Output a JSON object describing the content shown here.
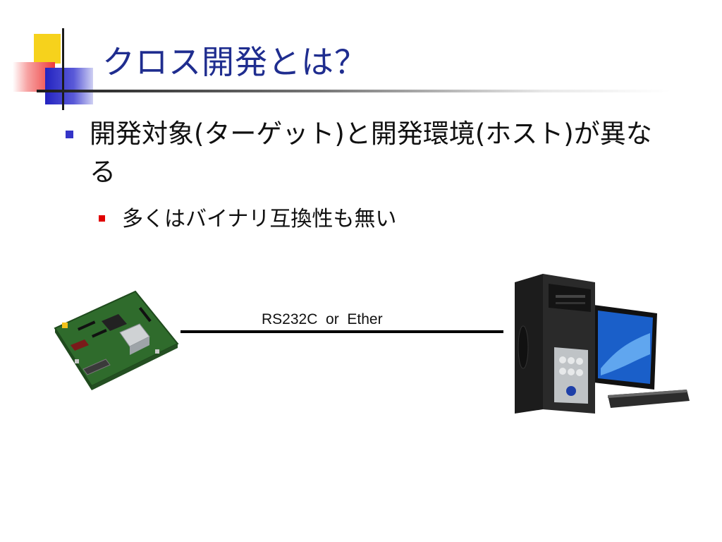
{
  "slide": {
    "title": "クロス開発とは？",
    "bullet_1": "開発対象(ターゲット)と開発環境(ホスト)が異なる",
    "bullet_1_1": "多くはバイナリ互換性も無い",
    "connection_label": "RS232C  or  Ether",
    "accent_colors": {
      "title": "#1f2d8f",
      "bullet_level1": "#3434c8",
      "bullet_level2": "#e00000"
    },
    "images": {
      "target": "embedded-board-image",
      "host": "desktop-pc-image"
    }
  }
}
